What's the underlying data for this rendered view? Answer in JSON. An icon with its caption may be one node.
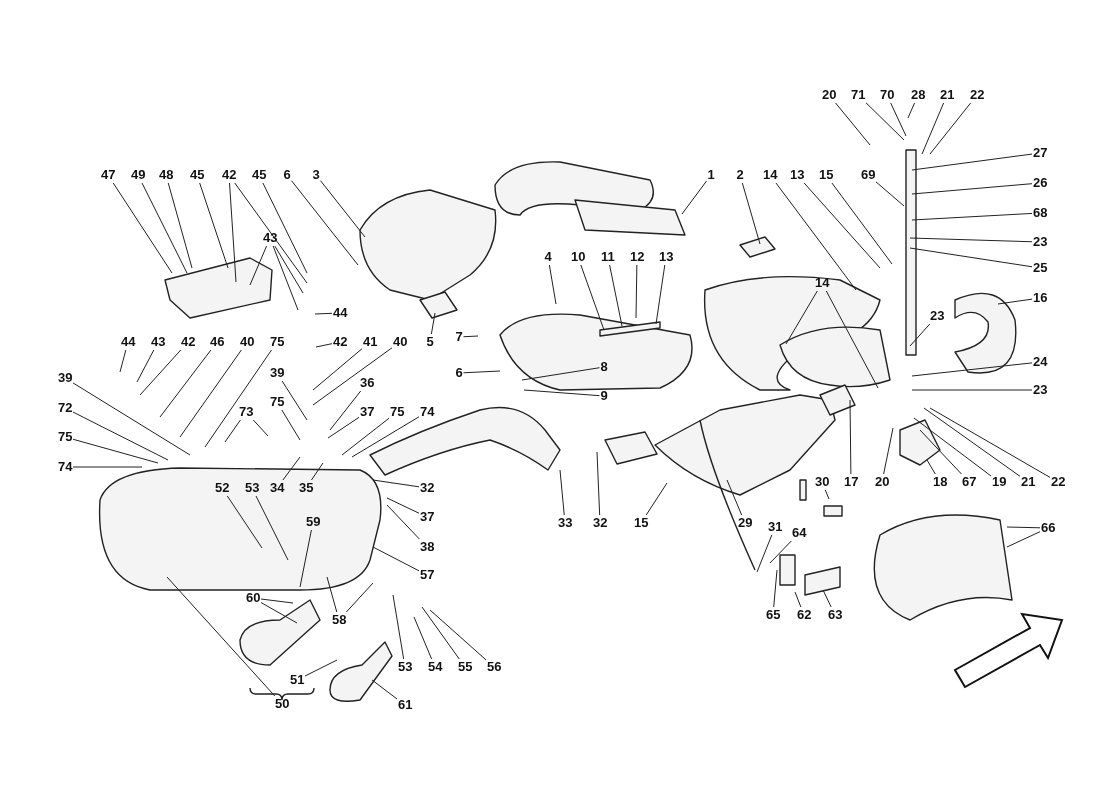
{
  "diagram": {
    "nodes": [
      {
        "text": [
          "47"
        ]
      },
      {
        "text": [
          "49"
        ]
      },
      {
        "text": [
          "48"
        ]
      },
      {
        "text": [
          "45"
        ]
      },
      {
        "text": [
          "42"
        ]
      },
      {
        "text": [
          "45"
        ]
      },
      {
        "text": [
          "6"
        ]
      },
      {
        "text": [
          "3"
        ]
      },
      {
        "text": [
          "43"
        ]
      },
      {
        "text": [
          "44"
        ]
      },
      {
        "text": [
          "44"
        ]
      },
      {
        "text": [
          "43"
        ]
      },
      {
        "text": [
          "42"
        ]
      },
      {
        "text": [
          "46"
        ]
      },
      {
        "text": [
          "40"
        ]
      },
      {
        "text": [
          "75"
        ]
      },
      {
        "text": [
          "42"
        ]
      },
      {
        "text": [
          "41"
        ]
      },
      {
        "text": [
          "40"
        ]
      },
      {
        "text": [
          "5"
        ]
      },
      {
        "text": [
          "39"
        ]
      },
      {
        "text": [
          "39"
        ]
      },
      {
        "text": [
          "36"
        ]
      },
      {
        "text": [
          "72"
        ]
      },
      {
        "text": [
          "73"
        ]
      },
      {
        "text": [
          "75"
        ]
      },
      {
        "text": [
          "37"
        ]
      },
      {
        "text": [
          "75"
        ]
      },
      {
        "text": [
          "74"
        ]
      },
      {
        "text": [
          "75"
        ]
      },
      {
        "text": [
          "74"
        ]
      },
      {
        "text": [
          "34"
        ]
      },
      {
        "text": [
          "35"
        ]
      },
      {
        "text": [
          "32"
        ]
      },
      {
        "text": [
          "52"
        ]
      },
      {
        "text": [
          "53"
        ]
      },
      {
        "text": [
          "37"
        ]
      },
      {
        "text": [
          "38"
        ]
      },
      {
        "text": [
          "59"
        ]
      },
      {
        "text": [
          "57"
        ]
      },
      {
        "text": [
          "60"
        ]
      },
      {
        "text": [
          "58"
        ]
      },
      {
        "text": [
          "53"
        ]
      },
      {
        "text": [
          "54"
        ]
      },
      {
        "text": [
          "55"
        ]
      },
      {
        "text": [
          "56"
        ]
      },
      {
        "text": [
          "51"
        ]
      },
      {
        "text": [
          "50"
        ]
      },
      {
        "text": [
          "61"
        ]
      },
      {
        "text": [
          "20"
        ]
      },
      {
        "text": [
          "71"
        ]
      },
      {
        "text": [
          "70"
        ]
      },
      {
        "text": [
          "28"
        ]
      },
      {
        "text": [
          "21"
        ]
      },
      {
        "text": [
          "22"
        ]
      },
      {
        "text": [
          "27"
        ]
      },
      {
        "text": [
          "1"
        ]
      },
      {
        "text": [
          "2"
        ]
      },
      {
        "text": [
          "14"
        ]
      },
      {
        "text": [
          "13"
        ]
      },
      {
        "text": [
          "15"
        ]
      },
      {
        "text": [
          "69"
        ]
      },
      {
        "text": [
          "26"
        ]
      },
      {
        "text": [
          "68"
        ]
      },
      {
        "text": [
          "23"
        ]
      },
      {
        "text": [
          "4"
        ]
      },
      {
        "text": [
          "10"
        ]
      },
      {
        "text": [
          "11"
        ]
      },
      {
        "text": [
          "12"
        ]
      },
      {
        "text": [
          "13"
        ]
      },
      {
        "text": [
          "25"
        ]
      },
      {
        "text": [
          "14"
        ]
      },
      {
        "text": [
          "16"
        ]
      },
      {
        "text": [
          "23"
        ]
      },
      {
        "text": [
          "7"
        ]
      },
      {
        "text": [
          "6"
        ]
      },
      {
        "text": [
          "24"
        ]
      },
      {
        "text": [
          "8"
        ]
      },
      {
        "text": [
          "23"
        ]
      },
      {
        "text": [
          "9"
        ]
      },
      {
        "text": [
          "30"
        ]
      },
      {
        "text": [
          "17"
        ]
      },
      {
        "text": [
          "20"
        ]
      },
      {
        "text": [
          "18"
        ]
      },
      {
        "text": [
          "67"
        ]
      },
      {
        "text": [
          "19"
        ]
      },
      {
        "text": [
          "21"
        ]
      },
      {
        "text": [
          "22"
        ]
      },
      {
        "text": [
          "33"
        ]
      },
      {
        "text": [
          "32"
        ]
      },
      {
        "text": [
          "15"
        ]
      },
      {
        "text": [
          "29"
        ]
      },
      {
        "text": [
          "31"
        ]
      },
      {
        "text": [
          "64"
        ]
      },
      {
        "text": [
          "66"
        ]
      },
      {
        "text": [
          "65"
        ]
      },
      {
        "text": [
          "62"
        ]
      },
      {
        "text": [
          "63"
        ]
      }
    ],
    "edges": [
      {
        "from": 0,
        "to": null,
        "arrow": "none"
      },
      {
        "from": 1,
        "to": null,
        "arrow": "none"
      },
      {
        "from": 2,
        "to": null,
        "arrow": "none"
      },
      {
        "from": 3,
        "to": null,
        "arrow": "none"
      },
      {
        "from": 4,
        "to": null,
        "arrow": "none"
      },
      {
        "from": 4,
        "to": null,
        "arrow": "none"
      },
      {
        "from": 5,
        "to": null,
        "arrow": "none"
      },
      {
        "from": 6,
        "to": null,
        "arrow": "none"
      },
      {
        "from": 7,
        "to": null,
        "arrow": "none"
      },
      {
        "from": 8,
        "to": null,
        "arrow": "none"
      },
      {
        "from": 8,
        "to": null,
        "arrow": "none"
      },
      {
        "from": 8,
        "to": null,
        "arrow": "none"
      },
      {
        "from": 9,
        "to": null,
        "arrow": "none"
      },
      {
        "from": 10,
        "to": null,
        "arrow": "none"
      },
      {
        "from": 11,
        "to": null,
        "arrow": "none"
      },
      {
        "from": 12,
        "to": null,
        "arrow": "none"
      },
      {
        "from": 13,
        "to": null,
        "arrow": "none"
      },
      {
        "from": 14,
        "to": null,
        "arrow": "none"
      },
      {
        "from": 15,
        "to": null,
        "arrow": "none"
      },
      {
        "from": 16,
        "to": null,
        "arrow": "none"
      },
      {
        "from": 17,
        "to": null,
        "arrow": "none"
      },
      {
        "from": 18,
        "to": null,
        "arrow": "none"
      },
      {
        "from": 19,
        "to": null,
        "arrow": "none"
      },
      {
        "from": 20,
        "to": null,
        "arrow": "none"
      },
      {
        "from": 21,
        "to": null,
        "arrow": "none"
      },
      {
        "from": 22,
        "to": null,
        "arrow": "none"
      },
      {
        "from": 23,
        "to": null,
        "arrow": "none"
      },
      {
        "from": 24,
        "to": null,
        "arrow": "none"
      },
      {
        "from": 24,
        "to": null,
        "arrow": "none"
      },
      {
        "from": 25,
        "to": null,
        "arrow": "none"
      },
      {
        "from": 26,
        "to": null,
        "arrow": "none"
      },
      {
        "from": 27,
        "to": null,
        "arrow": "none"
      },
      {
        "from": 28,
        "to": null,
        "arrow": "none"
      },
      {
        "from": 29,
        "to": null,
        "arrow": "none"
      },
      {
        "from": 30,
        "to": null,
        "arrow": "none"
      },
      {
        "from": 31,
        "to": null,
        "arrow": "none"
      },
      {
        "from": 32,
        "to": null,
        "arrow": "none"
      },
      {
        "from": 33,
        "to": null,
        "arrow": "none"
      },
      {
        "from": 34,
        "to": null,
        "arrow": "none"
      },
      {
        "from": 35,
        "to": null,
        "arrow": "none"
      },
      {
        "from": 36,
        "to": null,
        "arrow": "none"
      },
      {
        "from": 37,
        "to": null,
        "arrow": "none"
      },
      {
        "from": 38,
        "to": null,
        "arrow": "none"
      },
      {
        "from": 39,
        "to": null,
        "arrow": "none"
      },
      {
        "from": 40,
        "to": null,
        "arrow": "none"
      },
      {
        "from": 40,
        "to": null,
        "arrow": "none"
      },
      {
        "from": 41,
        "to": null,
        "arrow": "none"
      },
      {
        "from": 41,
        "to": null,
        "arrow": "none"
      },
      {
        "from": 42,
        "to": null,
        "arrow": "none"
      },
      {
        "from": 43,
        "to": null,
        "arrow": "none"
      },
      {
        "from": 44,
        "to": null,
        "arrow": "none"
      },
      {
        "from": 45,
        "to": null,
        "arrow": "none"
      },
      {
        "from": 46,
        "to": null,
        "arrow": "none"
      },
      {
        "from": 47,
        "to": null,
        "arrow": "none"
      },
      {
        "from": 48,
        "to": null,
        "arrow": "none"
      },
      {
        "from": 49,
        "to": null,
        "arrow": "none"
      },
      {
        "from": 50,
        "to": null,
        "arrow": "none"
      },
      {
        "from": 51,
        "to": null,
        "arrow": "none"
      },
      {
        "from": 52,
        "to": null,
        "arrow": "none"
      },
      {
        "from": 53,
        "to": null,
        "arrow": "none"
      },
      {
        "from": 54,
        "to": null,
        "arrow": "none"
      },
      {
        "from": 55,
        "to": null,
        "arrow": "none"
      },
      {
        "from": 56,
        "to": null,
        "arrow": "none"
      },
      {
        "from": 57,
        "to": null,
        "arrow": "none"
      },
      {
        "from": 58,
        "to": null,
        "arrow": "none"
      },
      {
        "from": 59,
        "to": null,
        "arrow": "none"
      },
      {
        "from": 60,
        "to": null,
        "arrow": "none"
      },
      {
        "from": 61,
        "to": null,
        "arrow": "none"
      },
      {
        "from": 62,
        "to": null,
        "arrow": "none"
      },
      {
        "from": 63,
        "to": null,
        "arrow": "none"
      },
      {
        "from": 64,
        "to": null,
        "arrow": "none"
      },
      {
        "from": 65,
        "to": null,
        "arrow": "none"
      },
      {
        "from": 66,
        "to": null,
        "arrow": "none"
      },
      {
        "from": 67,
        "to": null,
        "arrow": "none"
      },
      {
        "from": 68,
        "to": null,
        "arrow": "none"
      },
      {
        "from": 69,
        "to": null,
        "arrow": "none"
      },
      {
        "from": 70,
        "to": null,
        "arrow": "none"
      },
      {
        "from": 71,
        "to": null,
        "arrow": "none"
      },
      {
        "from": 71,
        "to": null,
        "arrow": "none"
      },
      {
        "from": 72,
        "to": null,
        "arrow": "none"
      },
      {
        "from": 73,
        "to": null,
        "arrow": "none"
      },
      {
        "from": 74,
        "to": null,
        "arrow": "none"
      },
      {
        "from": 75,
        "to": null,
        "arrow": "none"
      },
      {
        "from": 76,
        "to": null,
        "arrow": "none"
      },
      {
        "from": 77,
        "to": null,
        "arrow": "none"
      },
      {
        "from": 78,
        "to": null,
        "arrow": "none"
      },
      {
        "from": 79,
        "to": null,
        "arrow": "none"
      },
      {
        "from": 80,
        "to": null,
        "arrow": "none"
      },
      {
        "from": 81,
        "to": null,
        "arrow": "none"
      },
      {
        "from": 82,
        "to": null,
        "arrow": "none"
      },
      {
        "from": 83,
        "to": null,
        "arrow": "none"
      },
      {
        "from": 84,
        "to": null,
        "arrow": "none"
      },
      {
        "from": 85,
        "to": null,
        "arrow": "none"
      },
      {
        "from": 86,
        "to": null,
        "arrow": "none"
      },
      {
        "from": 87,
        "to": null,
        "arrow": "none"
      },
      {
        "from": 88,
        "to": null,
        "arrow": "none"
      },
      {
        "from": 89,
        "to": null,
        "arrow": "none"
      },
      {
        "from": 90,
        "to": null,
        "arrow": "none"
      },
      {
        "from": 91,
        "to": null,
        "arrow": "none"
      },
      {
        "from": 92,
        "to": null,
        "arrow": "none"
      },
      {
        "from": 93,
        "to": null,
        "arrow": "none"
      },
      {
        "from": 94,
        "to": null,
        "arrow": "none"
      },
      {
        "from": 94,
        "to": null,
        "arrow": "none"
      },
      {
        "from": 95,
        "to": null,
        "arrow": "none"
      },
      {
        "from": 96,
        "to": null,
        "arrow": "none"
      },
      {
        "from": 97,
        "to": null,
        "arrow": "none"
      }
    ]
  }
}
